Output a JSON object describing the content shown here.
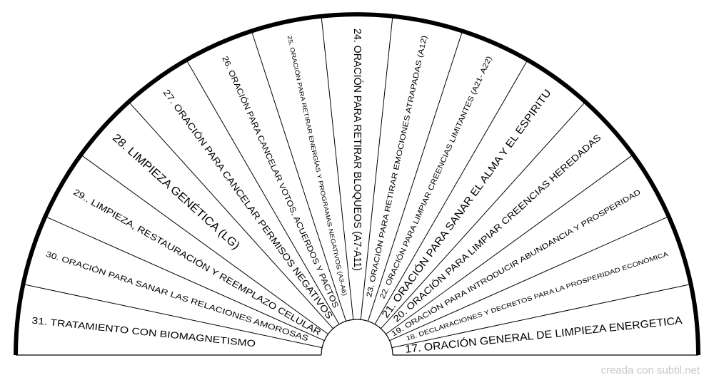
{
  "diagram": {
    "sectors": [
      {
        "number": 31,
        "label": "31. TRATAMIENTO CON BIOMAGNETISMO"
      },
      {
        "number": 30,
        "label": "30. ORACIÓN PARA SANAR LAS RELACIONES AMOROSAS"
      },
      {
        "number": 29,
        "label": "29.. LIMPIEZA, RESTAURACIÓN Y REEMPLAZO CELULAR"
      },
      {
        "number": 28,
        "label": "28. LIMPIEZA GENÉTICA (LG)"
      },
      {
        "number": 27,
        "label": "27. ORACIÓN PARA CANCELAR PERMISOS NEGATIVOS"
      },
      {
        "number": 26,
        "label": "26. ORACIÓN PARA CANCELAR VOTOS, ACUERDOS Y PACTOS"
      },
      {
        "number": 25,
        "label": "25. ORACIÓN PARA RETIRAR ENERGÍAS Y PROGRAMAS NEGATIVOS (A3-A6)"
      },
      {
        "number": 24,
        "label": "24. ORACIÓN PARA RETIRAR BLOQUEOS (A7-A11)"
      },
      {
        "number": 23,
        "label": "23. ORACIÓN PARA RETIRAR EMOCIONES ATRAPADAS (A12)"
      },
      {
        "number": 22,
        "label": "22. ORACIÓN PARA LIMPIAR CREENCIAS LIMITANTES (A21- A22)"
      },
      {
        "number": 21,
        "label": "21. ORACIÓN PARA SANAR EL ALMA Y EL ESPIRITU"
      },
      {
        "number": 20,
        "label": "20. ORACIÓN PARA LIMPIAR CREENCIAS HEREDADAS"
      },
      {
        "number": 19,
        "label": "19. ORACIÓN PARA INTRODUCIR ABUNDANCIA Y PROSPERIDAD"
      },
      {
        "number": 18,
        "label": "18. DECLARACIONES Y DECRETOS PARA LA PROSPERIDAD ECONÓMICA"
      },
      {
        "number": 17,
        "label": "17. ORACIÓN GENERAL DE LIMPIEZA ENERGETICA"
      }
    ]
  },
  "watermark": "creada con subtil.net"
}
